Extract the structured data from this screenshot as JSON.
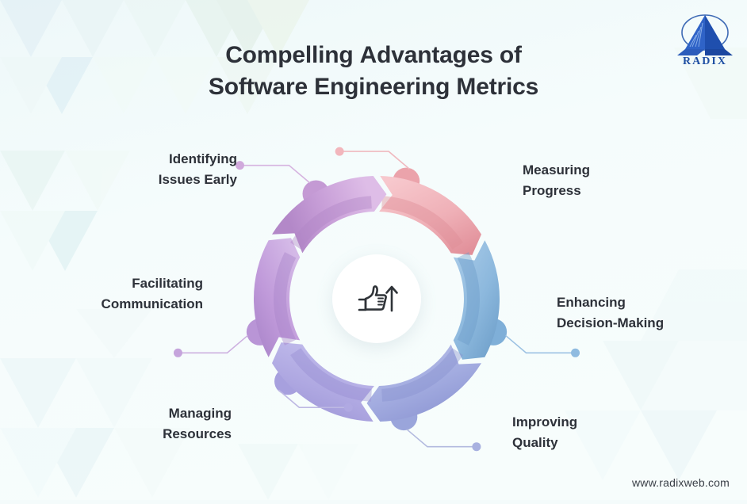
{
  "brand": {
    "logo_name": "RADIX",
    "logo_icon": "pyramid-icon",
    "website": "www.radixweb.com"
  },
  "title": {
    "line1_before": "Compelling ",
    "line1_highlight": "Advantages",
    "line1_after": " of",
    "line2": "Software Engineering Metrics",
    "highlight_color": "#9bd9d2",
    "text_color": "#2d3139"
  },
  "center": {
    "icon": "thumbs-up-arrow-up-icon"
  },
  "chart_data": {
    "type": "pie",
    "title": "Compelling Advantages of Software Engineering Metrics",
    "legend_position": "around",
    "categories": [
      "Identifying Issues Early",
      "Measuring Progress",
      "Enhancing Decision-Making",
      "Improving Quality",
      "Managing Resources",
      "Facilitating Communication"
    ],
    "values": [
      16.667,
      16.667,
      16.667,
      16.667,
      16.667,
      16.667
    ],
    "colors": [
      "#eba3ab",
      "#7fafd8",
      "#9aa5db",
      "#a7a0de",
      "#b995d6",
      "#c49ad4"
    ]
  },
  "segments": [
    {
      "id": "identifying-issues-early",
      "label_line1": "Identifying",
      "label_line2": "Issues Early",
      "color": "#eba3ab",
      "color_light": "#f6c3c8",
      "color_dark": "#dd8d96",
      "dot_color": "#f2b6bc",
      "line_color": "#f0b9bf",
      "side": "left"
    },
    {
      "id": "measuring-progress",
      "label_line1": "Measuring",
      "label_line2": "Progress",
      "color": "#7fafd8",
      "color_light": "#a6c8e6",
      "color_dark": "#6b9cc8",
      "dot_color": "#8fbbe0",
      "line_color": "#9cc2e3",
      "side": "right"
    },
    {
      "id": "enhancing-decision-making",
      "label_line1": "Enhancing",
      "label_line2": "Decision-Making",
      "color": "#9aa5db",
      "color_light": "#b7bfe8",
      "color_dark": "#8892cf",
      "dot_color": "#a8b1e0",
      "line_color": "#b3badf",
      "side": "right"
    },
    {
      "id": "improving-quality",
      "label_line1": "Improving",
      "label_line2": "Quality",
      "color": "#a7a0de",
      "color_light": "#c0bbeb",
      "color_dark": "#958dd2",
      "dot_color": "#b0a9e2",
      "line_color": "#bdb8e3",
      "side": "right"
    },
    {
      "id": "managing-resources",
      "label_line1": "Managing",
      "label_line2": "Resources",
      "color": "#b995d6",
      "color_light": "#d0b4e4",
      "color_dark": "#a782c7",
      "dot_color": "#c5a4dc",
      "line_color": "#cdb0e0",
      "side": "left"
    },
    {
      "id": "facilitating-communication",
      "label_line1": "Facilitating",
      "label_line2": "Communication",
      "color": "#c49ad4",
      "color_light": "#dbb9e5",
      "color_dark": "#b186c5",
      "dot_color": "#d0a9dc",
      "line_color": "#d6b4e0",
      "side": "left"
    }
  ]
}
